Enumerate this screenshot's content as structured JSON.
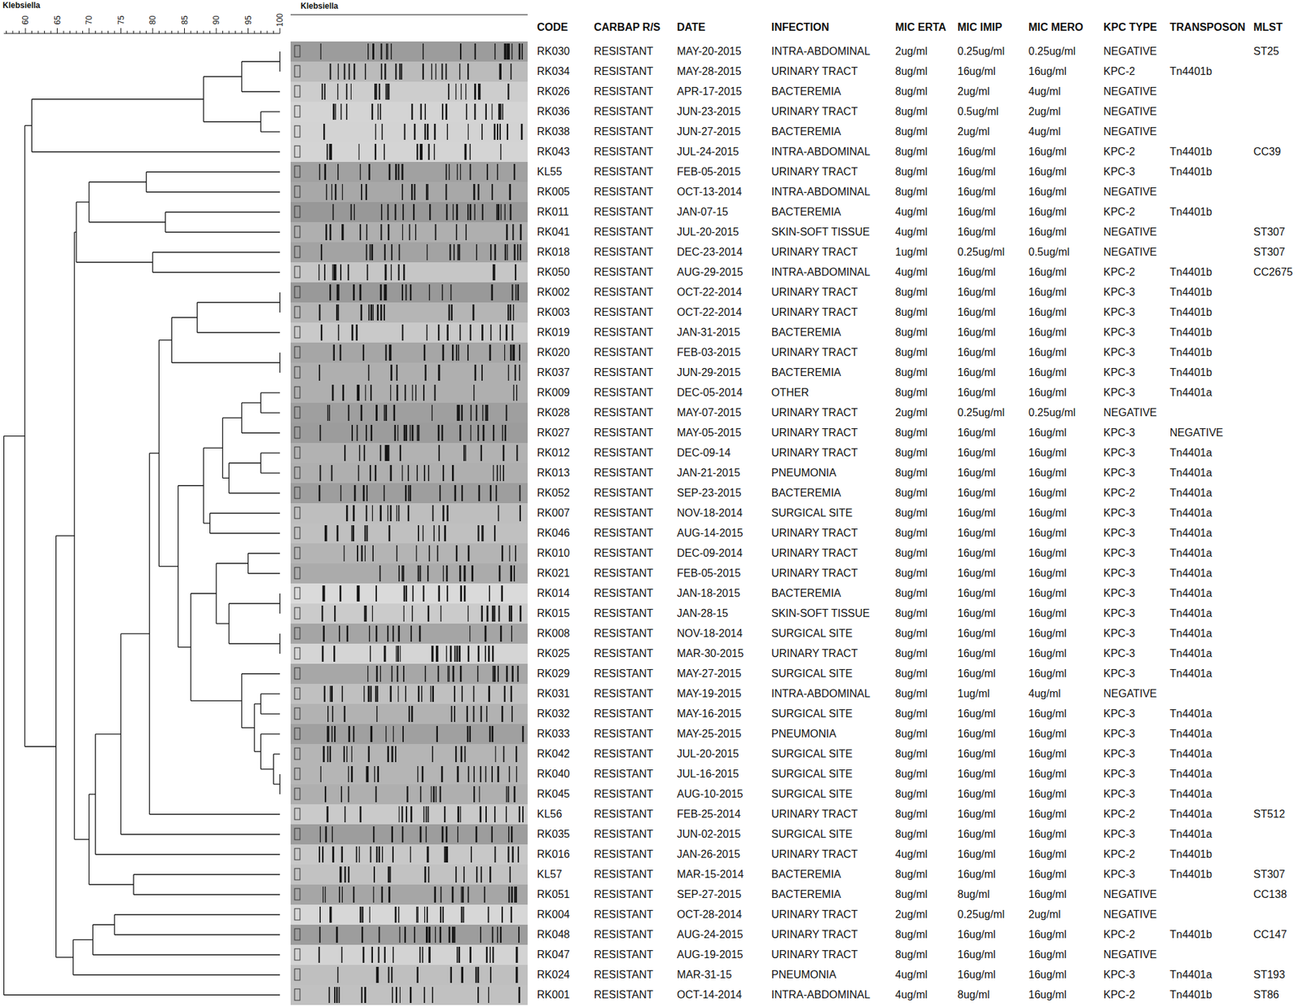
{
  "diagram": {
    "labels": [
      "Klebsiella",
      "60",
      "65",
      "70",
      "75",
      "80",
      "85",
      "90",
      "95",
      "100",
      "Klebsiella",
      "CODE",
      "CARBAP R/S",
      "DATE",
      "INFECTION",
      "MIC ERTA",
      "MIC IMIP",
      "MIC MERO",
      "KPC TYPE",
      "TRANSPOSON",
      "MLST",
      "RK030",
      "RESISTANT",
      "MAY-20-2015",
      "INTRA-ABDOMINAL",
      "2ug/ml",
      "0.25ug/ml",
      "0.25ug/ml",
      "NEGATIVE",
      "ST25",
      "RK034",
      "RESISTANT",
      "MAY-28-2015",
      "URINARY TRACT",
      "8ug/ml",
      "16ug/ml",
      "16ug/ml",
      "KPC-2",
      "Tn4401b",
      "RK026",
      "RESISTANT",
      "APR-17-2015",
      "BACTEREMIA",
      "8ug/ml",
      "2ug/ml",
      "4ug/ml",
      "NEGATIVE",
      "RK036",
      "RESISTANT",
      "JUN-23-2015",
      "URINARY TRACT",
      "8ug/ml",
      "0.5ug/ml",
      "2ug/ml",
      "NEGATIVE",
      "RK038",
      "RESISTANT",
      "JUN-27-2015",
      "BACTEREMIA",
      "8ug/ml",
      "2ug/ml",
      "4ug/ml",
      "NEGATIVE",
      "RK043",
      "RESISTANT",
      "JUL-24-2015",
      "INTRA-ABDOMINAL",
      "8ug/ml",
      "16ug/ml",
      "16ug/ml",
      "KPC-2",
      "Tn4401b",
      "CC39",
      "KL55",
      "RESISTANT",
      "FEB-05-2015",
      "URINARY TRACT",
      "8ug/ml",
      "16ug/ml",
      "16ug/ml",
      "KPC-3",
      "Tn4401b",
      "RK005",
      "RESISTANT",
      "OCT-13-2014",
      "INTRA-ABDOMINAL",
      "8ug/ml",
      "16ug/ml",
      "16ug/ml",
      "NEGATIVE",
      "RK011",
      "RESISTANT",
      "JAN-07-15",
      "BACTEREMIA",
      "4ug/ml",
      "16ug/ml",
      "16ug/ml",
      "KPC-2",
      "Tn4401b",
      "RK041",
      "RESISTANT",
      "JUL-20-2015",
      "SKIN-SOFT TISSUE",
      "4ug/ml",
      "16ug/ml",
      "16ug/ml",
      "NEGATIVE",
      "ST307",
      "RK018",
      "RESISTANT",
      "DEC-23-2014",
      "URINARY TRACT",
      "1ug/ml",
      "0.25ug/ml",
      "0.5ug/ml",
      "NEGATIVE",
      "ST307",
      "RK050",
      "RESISTANT",
      "AUG-29-2015",
      "INTRA-ABDOMINAL",
      "4ug/ml",
      "16ug/ml",
      "16ug/ml",
      "KPC-2",
      "Tn4401b",
      "CC2675",
      "RK002",
      "RESISTANT",
      "OCT-22-2014",
      "URINARY TRACT",
      "8ug/ml",
      "16ug/ml",
      "16ug/ml",
      "KPC-3",
      "Tn4401b",
      "RK003",
      "RESISTANT",
      "OCT-22-2014",
      "URINARY TRACT",
      "8ug/ml",
      "16ug/ml",
      "16ug/ml",
      "KPC-3",
      "Tn4401b",
      "RK019",
      "RESISTANT",
      "JAN-31-2015",
      "BACTEREMIA",
      "8ug/ml",
      "16ug/ml",
      "16ug/ml",
      "KPC-3",
      "Tn4401b",
      "RK020",
      "RESISTANT",
      "FEB-03-2015",
      "URINARY TRACT",
      "8ug/ml",
      "16ug/ml",
      "16ug/ml",
      "KPC-3",
      "Tn4401b",
      "RK037",
      "RESISTANT",
      "JUN-29-2015",
      "BACTEREMIA",
      "8ug/ml",
      "16ug/ml",
      "16ug/ml",
      "KPC-3",
      "Tn4401b",
      "RK009",
      "RESISTANT",
      "DEC-05-2014",
      "OTHER",
      "8ug/ml",
      "16ug/ml",
      "16ug/ml",
      "KPC-3",
      "Tn4401a",
      "RK028",
      "RESISTANT",
      "MAY-07-2015",
      "URINARY TRACT",
      "2ug/ml",
      "0.25ug/ml",
      "0.25ug/ml",
      "NEGATIVE",
      "RK027",
      "RESISTANT",
      "MAY-05-2015",
      "URINARY TRACT",
      "8ug/ml",
      "16ug/ml",
      "16ug/ml",
      "KPC-3",
      "NEGATIVE",
      "RK012",
      "RESISTANT",
      "DEC-09-14",
      "URINARY TRACT",
      "8ug/ml",
      "16ug/ml",
      "16ug/ml",
      "KPC-3",
      "Tn4401a",
      "RK013",
      "RESISTANT",
      "JAN-21-2015",
      "PNEUMONIA",
      "8ug/ml",
      "16ug/ml",
      "16ug/ml",
      "KPC-3",
      "Tn4401a",
      "RK052",
      "RESISTANT",
      "SEP-23-2015",
      "BACTEREMIA",
      "8ug/ml",
      "16ug/ml",
      "16ug/ml",
      "KPC-2",
      "Tn4401a",
      "RK007",
      "RESISTANT",
      "NOV-18-2014",
      "SURGICAL SITE",
      "8ug/ml",
      "16ug/ml",
      "16ug/ml",
      "KPC-3",
      "Tn4401a",
      "RK046",
      "RESISTANT",
      "AUG-14-2015",
      "URINARY TRACT",
      "8ug/ml",
      "16ug/ml",
      "16ug/ml",
      "KPC-3",
      "Tn4401a",
      "RK010",
      "RESISTANT",
      "DEC-09-2014",
      "URINARY TRACT",
      "8ug/ml",
      "16ug/ml",
      "16ug/ml",
      "KPC-3",
      "Tn4401a",
      "RK021",
      "RESISTANT",
      "FEB-05-2015",
      "URINARY TRACT",
      "8ug/ml",
      "16ug/ml",
      "16ug/ml",
      "KPC-3",
      "Tn4401a",
      "RK014",
      "RESISTANT",
      "JAN-18-2015",
      "BACTEREMIA",
      "8ug/ml",
      "16ug/ml",
      "16ug/ml",
      "KPC-3",
      "Tn4401a",
      "RK015",
      "RESISTANT",
      "JAN-28-15",
      "SKIN-SOFT TISSUE",
      "8ug/ml",
      "16ug/ml",
      "16ug/ml",
      "KPC-3",
      "Tn4401a",
      "RK008",
      "RESISTANT",
      "NOV-18-2014",
      "SURGICAL SITE",
      "8ug/ml",
      "16ug/ml",
      "16ug/ml",
      "KPC-3",
      "Tn4401a",
      "RK025",
      "RESISTANT",
      "MAR-30-2015",
      "URINARY TRACT",
      "8ug/ml",
      "16ug/ml",
      "16ug/ml",
      "KPC-3",
      "Tn4401a",
      "RK029",
      "RESISTANT",
      "MAY-27-2015",
      "SURGICAL SITE",
      "8ug/ml",
      "16ug/ml",
      "16ug/ml",
      "KPC-3",
      "Tn4401a",
      "RK031",
      "RESISTANT",
      "MAY-19-2015",
      "INTRA-ABDOMINAL",
      "8ug/ml",
      "1ug/ml",
      "4ug/ml",
      "NEGATIVE",
      "RK032",
      "RESISTANT",
      "MAY-16-2015",
      "SURGICAL SITE",
      "8ug/ml",
      "16ug/ml",
      "16ug/ml",
      "KPC-3",
      "Tn4401a",
      "RK033",
      "RESISTANT",
      "MAY-25-2015",
      "PNEUMONIA",
      "8ug/ml",
      "16ug/ml",
      "16ug/ml",
      "KPC-3",
      "Tn4401a",
      "RK042",
      "RESISTANT",
      "JUL-20-2015",
      "SURGICAL SITE",
      "8ug/ml",
      "16ug/ml",
      "16ug/ml",
      "KPC-3",
      "Tn4401a",
      "RK040",
      "RESISTANT",
      "JUL-16-2015",
      "SURGICAL SITE",
      "8ug/ml",
      "16ug/ml",
      "16ug/ml",
      "KPC-3",
      "Tn4401a",
      "RK045",
      "RESISTANT",
      "AUG-10-2015",
      "SURGICAL SITE",
      "8ug/ml",
      "16ug/ml",
      "16ug/ml",
      "KPC-3",
      "Tn4401a",
      "KL56",
      "RESISTANT",
      "FEB-25-2014",
      "URINARY TRACT",
      "8ug/ml",
      "16ug/ml",
      "16ug/ml",
      "KPC-2",
      "Tn4401a",
      "ST512",
      "RK035",
      "RESISTANT",
      "JUN-02-2015",
      "SURGICAL SITE",
      "8ug/ml",
      "16ug/ml",
      "16ug/ml",
      "KPC-3",
      "Tn4401a",
      "RK016",
      "RESISTANT",
      "JAN-26-2015",
      "URINARY TRACT",
      "4ug/ml",
      "16ug/ml",
      "16ug/ml",
      "KPC-2",
      "Tn4401b",
      "KL57",
      "RESISTANT",
      "MAR-15-2014",
      "BACTEREMIA",
      "8ug/ml",
      "16ug/ml",
      "16ug/ml",
      "KPC-3",
      "Tn4401b",
      "ST307",
      "RK051",
      "RESISTANT",
      "SEP-27-2015",
      "BACTEREMIA",
      "8ug/ml",
      "8ug/ml",
      "16ug/ml",
      "NEGATIVE",
      "CC138",
      "RK004",
      "RESISTANT",
      "OCT-28-2014",
      "URINARY TRACT",
      "2ug/ml",
      "0.25ug/ml",
      "2ug/ml",
      "NEGATIVE",
      "RK048",
      "RESISTANT",
      "AUG-24-2015",
      "URINARY TRACT",
      "8ug/ml",
      "16ug/ml",
      "16ug/ml",
      "KPC-2",
      "Tn4401b",
      "CC147",
      "RK047",
      "RESISTANT",
      "AUG-19-2015",
      "URINARY TRACT",
      "8ug/ml",
      "16ug/ml",
      "16ug/ml",
      "NEGATIVE",
      "RK024",
      "RESISTANT",
      "MAR-31-15",
      "PNEUMONIA",
      "4ug/ml",
      "16ug/ml",
      "16ug/ml",
      "KPC-3",
      "Tn4401a",
      "ST193",
      "RK001",
      "RESISTANT",
      "OCT-14-2014",
      "INTRA-ABDOMINAL",
      "4ug/ml",
      "8ug/ml",
      "16ug/ml",
      "KPC-2",
      "Tn4401b",
      "ST86"
    ]
  }
}
